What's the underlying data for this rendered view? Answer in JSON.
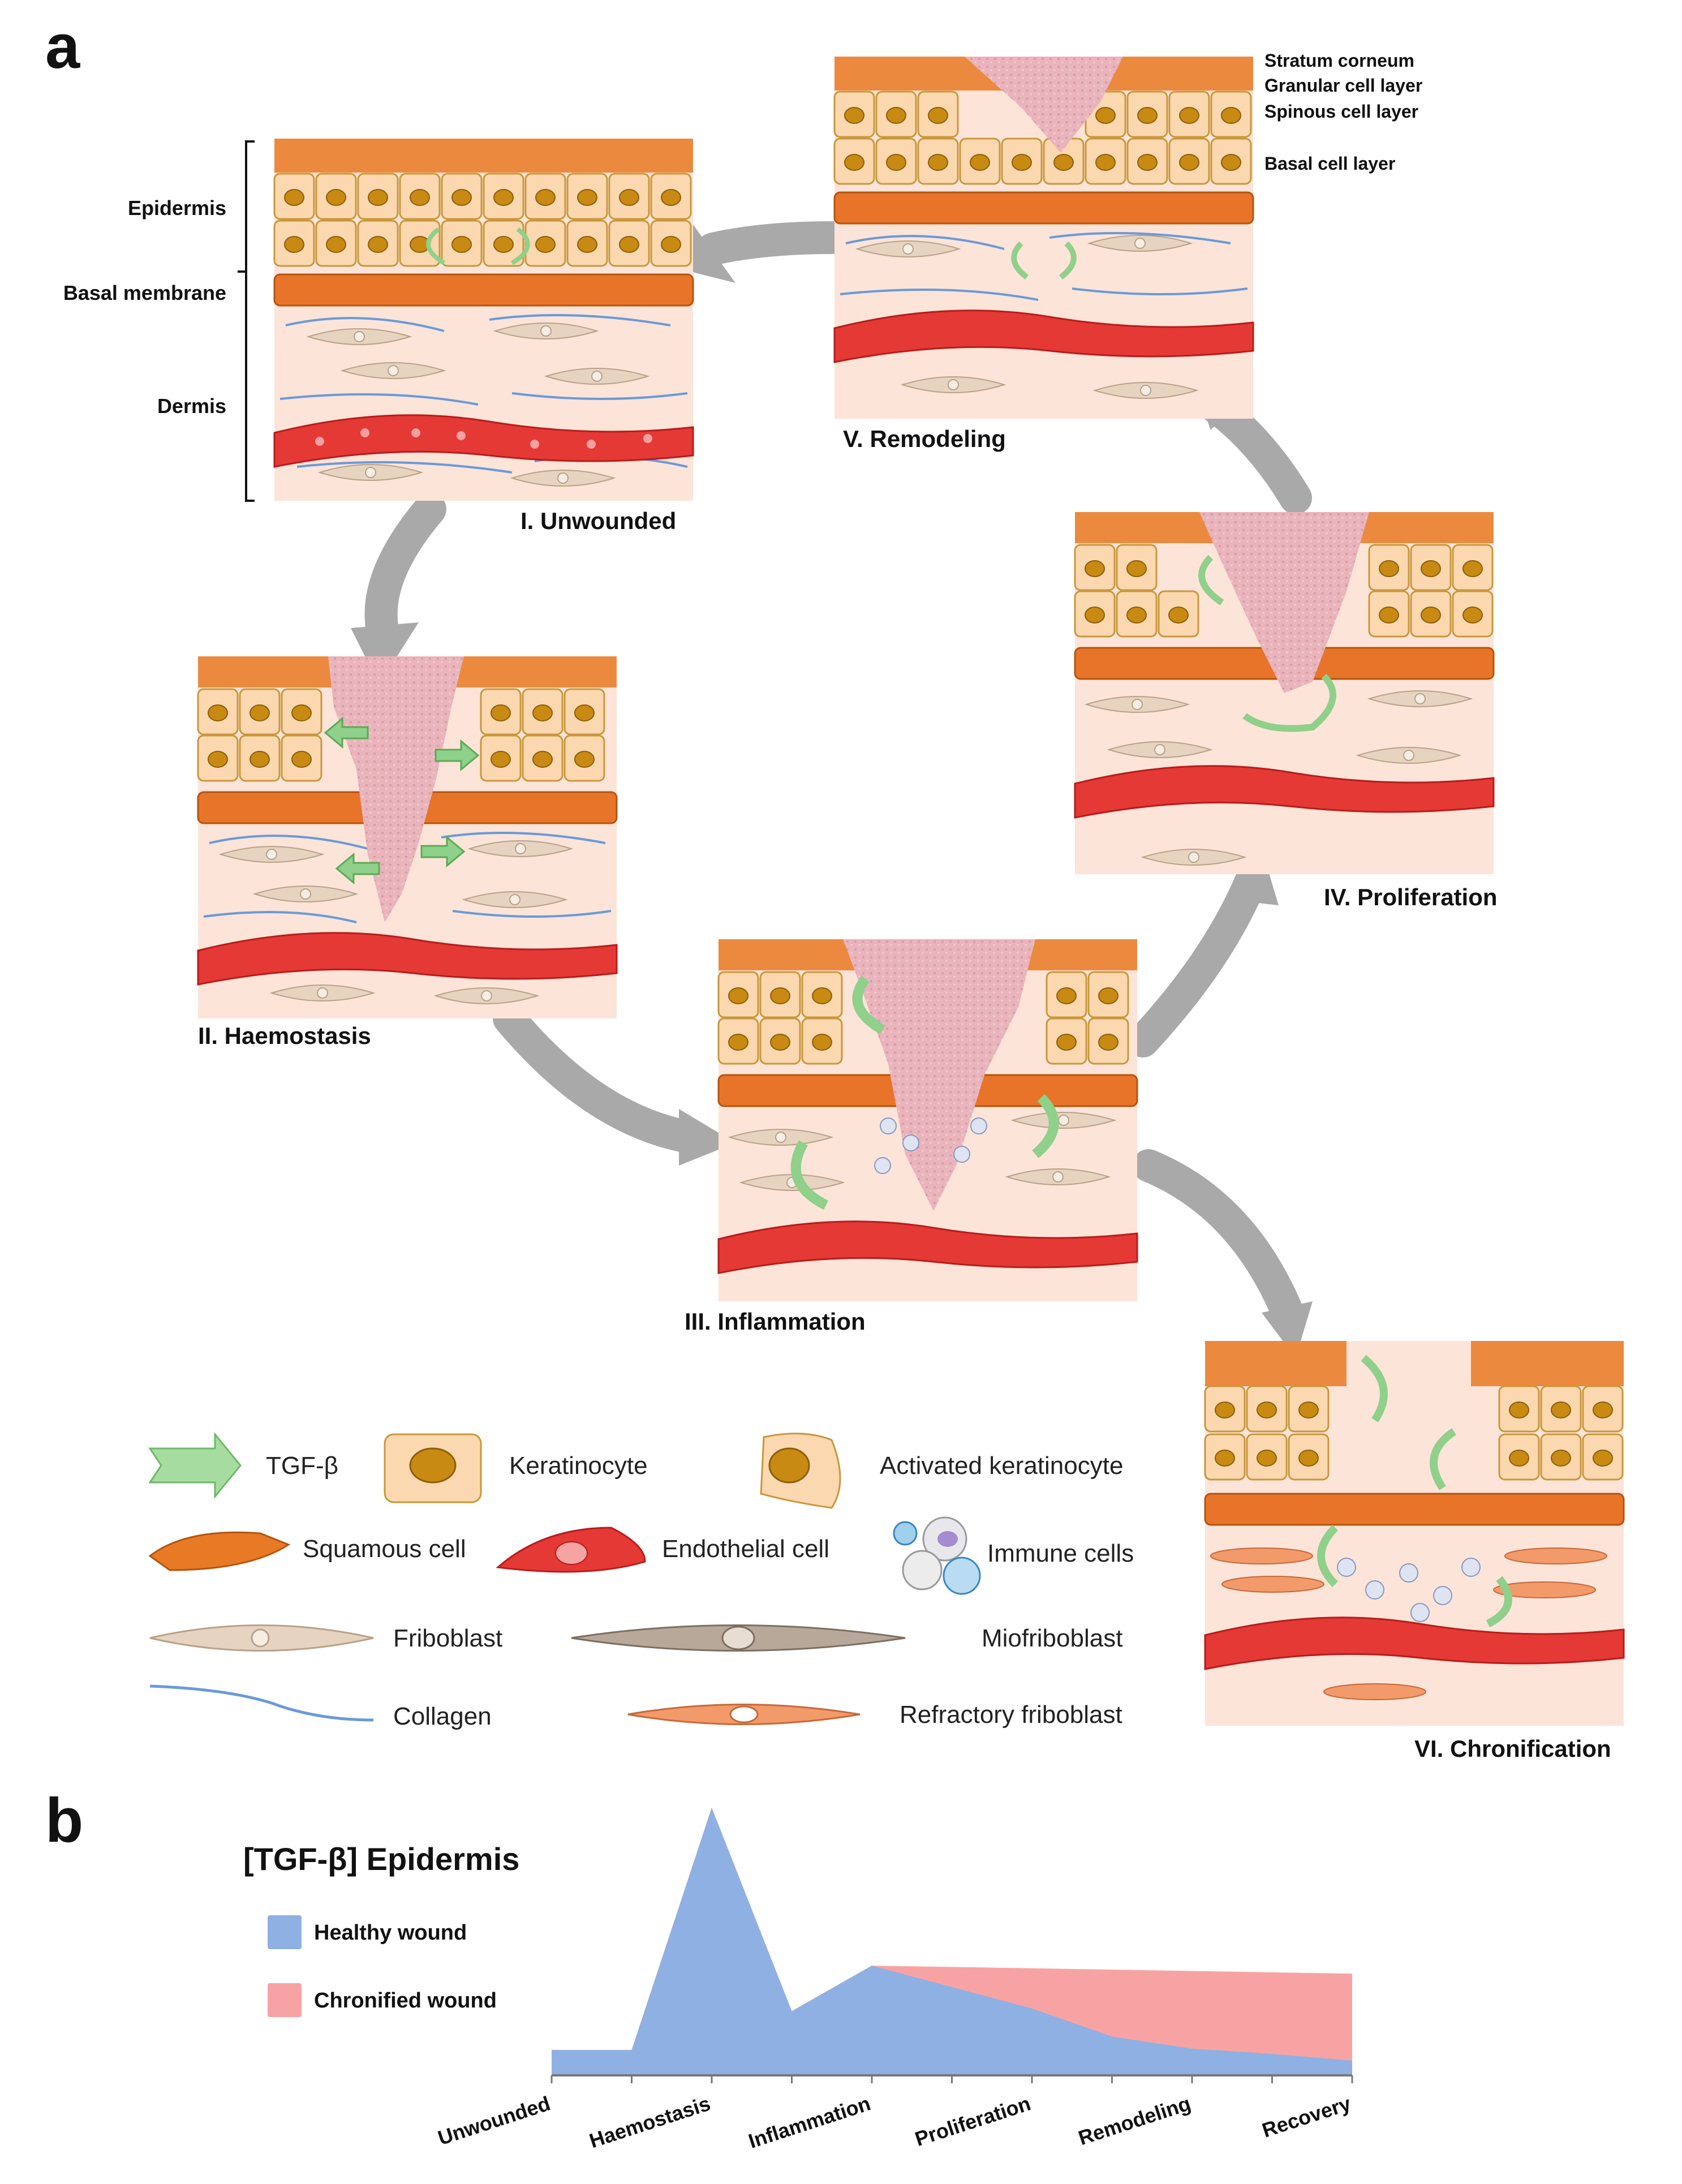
{
  "panel_a": {
    "letter": "a",
    "layer_labels": {
      "epidermis": "Epidermis",
      "basal_membrane": "Basal membrane",
      "dermis": "Dermis"
    },
    "remodel_layer_labels": {
      "stratum_corneum": "Stratum corneum",
      "granular": "Granular cell layer",
      "spinous": "Spinous cell layer",
      "basal": "Basal cell layer"
    },
    "stages": {
      "unwounded": "I. Unwounded",
      "haemostasis": "II. Haemostasis",
      "inflammation": "III. Inflammation",
      "proliferation": "IV. Proliferation",
      "remodeling": "V. Remodeling",
      "chronification": "VI. Chronification"
    },
    "legend": {
      "tgf": "TGF-β",
      "keratinocyte": "Keratinocyte",
      "activated_keratinocyte": "Activated keratinocyte",
      "squamous": "Squamous cell",
      "endothelial": "Endothelial cell",
      "immune": "Immune cells",
      "fibroblast": "Friboblast",
      "myofibroblast": "Miofriboblast",
      "collagen": "Collagen",
      "refractory": "Refractory friboblast"
    },
    "colors": {
      "keratinocyte_fill": "#fbd8b0",
      "nucleus": "#c88a12",
      "squamous": "#e87a25",
      "basal_membrane": "#e8742a",
      "dermis_bg": "#fde4d8",
      "vessel": "#e53935",
      "collagen": "#6a9ad8",
      "fibroblast": "#ddc8b0",
      "myofibroblast": "#b8a89a",
      "refractory": "#f39a6b",
      "clot": "#e8b0b8",
      "tgf_arrow": "#8fd08a",
      "cycle_arrow": "#a9a9a9"
    }
  },
  "panel_b": {
    "letter": "b",
    "title": "[TGF-β] Epidermis",
    "legend": {
      "healthy": "Healthy wound",
      "chronified": "Chronified wound"
    }
  },
  "chart_data": {
    "type": "area",
    "title": "[TGF-β] Epidermis",
    "categories": [
      "Unwounded",
      "Haemostasis",
      "Inflammation",
      "Proliferation",
      "Remodeling",
      "Recovery"
    ],
    "x": [
      0,
      0.5,
      1,
      1.5,
      2,
      2.5,
      3,
      3.5,
      4,
      4.5,
      5
    ],
    "series": [
      {
        "name": "Healthy wound",
        "color": "#8fb0e3",
        "values": [
          0.095,
          0.095,
          1.0,
          0.24,
          0.41,
          0.33,
          0.25,
          0.145,
          0.1,
          0.08,
          0.055
        ]
      },
      {
        "name": "Chronified wound",
        "color": "#f8a3a3",
        "values": [
          0.095,
          0.095,
          1.0,
          0.24,
          0.41,
          0.405,
          0.4,
          0.395,
          0.39,
          0.385,
          0.38
        ]
      }
    ],
    "ylim": [
      0,
      1
    ],
    "grid": false,
    "legend_position": "top-left"
  }
}
